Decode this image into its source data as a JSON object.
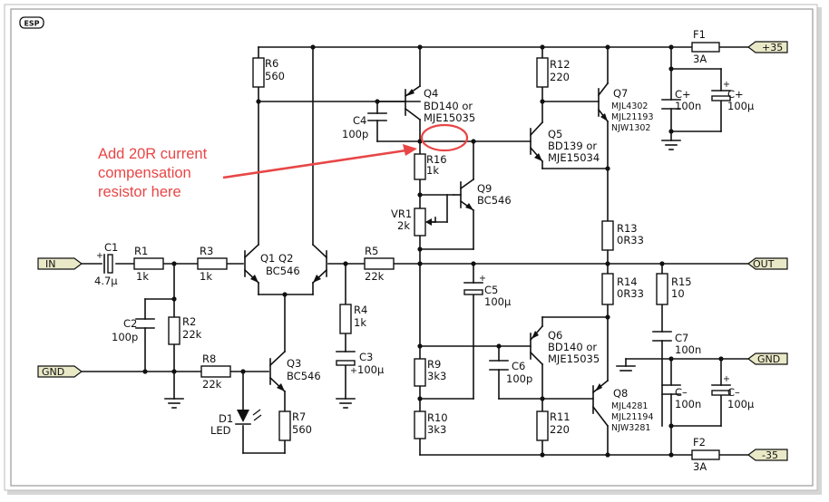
{
  "logo": "ESP",
  "annotation": {
    "lines": [
      "Add 20R current",
      "compensation",
      "resistor here"
    ],
    "color": "#e84646"
  },
  "ports": {
    "in": "IN",
    "gnd_left": "GND",
    "out": "OUT",
    "gnd_right": "GND",
    "pos_supply": "+35",
    "neg_supply": "-35"
  },
  "components": {
    "c1": {
      "ref": "C1",
      "value": "4.7µ"
    },
    "r1": {
      "ref": "R1",
      "value": "1k"
    },
    "r3": {
      "ref": "R3",
      "value": "1k"
    },
    "c2": {
      "ref": "C2",
      "value": "100p"
    },
    "r2": {
      "ref": "R2",
      "value": "22k"
    },
    "r8": {
      "ref": "R8",
      "value": "22k"
    },
    "d1": {
      "ref": "D1",
      "value": "LED"
    },
    "q1q2": {
      "ref": "Q1   Q2",
      "value": "BC546"
    },
    "q3": {
      "ref": "Q3",
      "value": "BC546"
    },
    "r7": {
      "ref": "R7",
      "value": "560"
    },
    "r6": {
      "ref": "R6",
      "value": "560"
    },
    "r5": {
      "ref": "R5",
      "value": "22k"
    },
    "r4": {
      "ref": "R4",
      "value": "1k"
    },
    "c3": {
      "ref": "C3",
      "value": "100µ"
    },
    "c4": {
      "ref": "C4",
      "value": "100p"
    },
    "q4": {
      "ref": "Q4",
      "value": "BD140 or",
      "value2": "MJE15035"
    },
    "r16": {
      "ref": "R16",
      "value": "1k"
    },
    "vr1": {
      "ref": "VR1",
      "value": "2k"
    },
    "q9": {
      "ref": "Q9",
      "value": "BC546"
    },
    "c5": {
      "ref": "C5",
      "value": "100µ"
    },
    "r9": {
      "ref": "R9",
      "value": "3k3"
    },
    "r10": {
      "ref": "R10",
      "value": "3k3"
    },
    "c6": {
      "ref": "C6",
      "value": "100p"
    },
    "r12": {
      "ref": "R12",
      "value": "220"
    },
    "q5": {
      "ref": "Q5",
      "value": "BD139 or",
      "value2": "MJE15034"
    },
    "q6": {
      "ref": "Q6",
      "value": "BD140 or",
      "value2": "MJE15035"
    },
    "r11": {
      "ref": "R11",
      "value": "220"
    },
    "q7": {
      "ref": "Q7",
      "value": "MJL4302",
      "value2": "MJL21193",
      "value3": "NJW1302"
    },
    "q8": {
      "ref": "Q8",
      "value": "MJL4281",
      "value2": "MJL21194",
      "value3": "NJW3281"
    },
    "r13": {
      "ref": "R13",
      "value": "0R33"
    },
    "r14": {
      "ref": "R14",
      "value": "0R33"
    },
    "r15": {
      "ref": "R15",
      "value": "10"
    },
    "c7": {
      "ref": "C7",
      "value": "100n"
    },
    "cpos_a": {
      "ref": "C+",
      "value": "100n"
    },
    "cpos_b": {
      "ref": "C+",
      "value": "100µ"
    },
    "cneg_a": {
      "ref": "C–",
      "value": "100n"
    },
    "cneg_b": {
      "ref": "C–",
      "value": "100µ"
    },
    "f1": {
      "ref": "F1",
      "value": "3A"
    },
    "f2": {
      "ref": "F2",
      "value": "3A"
    }
  }
}
